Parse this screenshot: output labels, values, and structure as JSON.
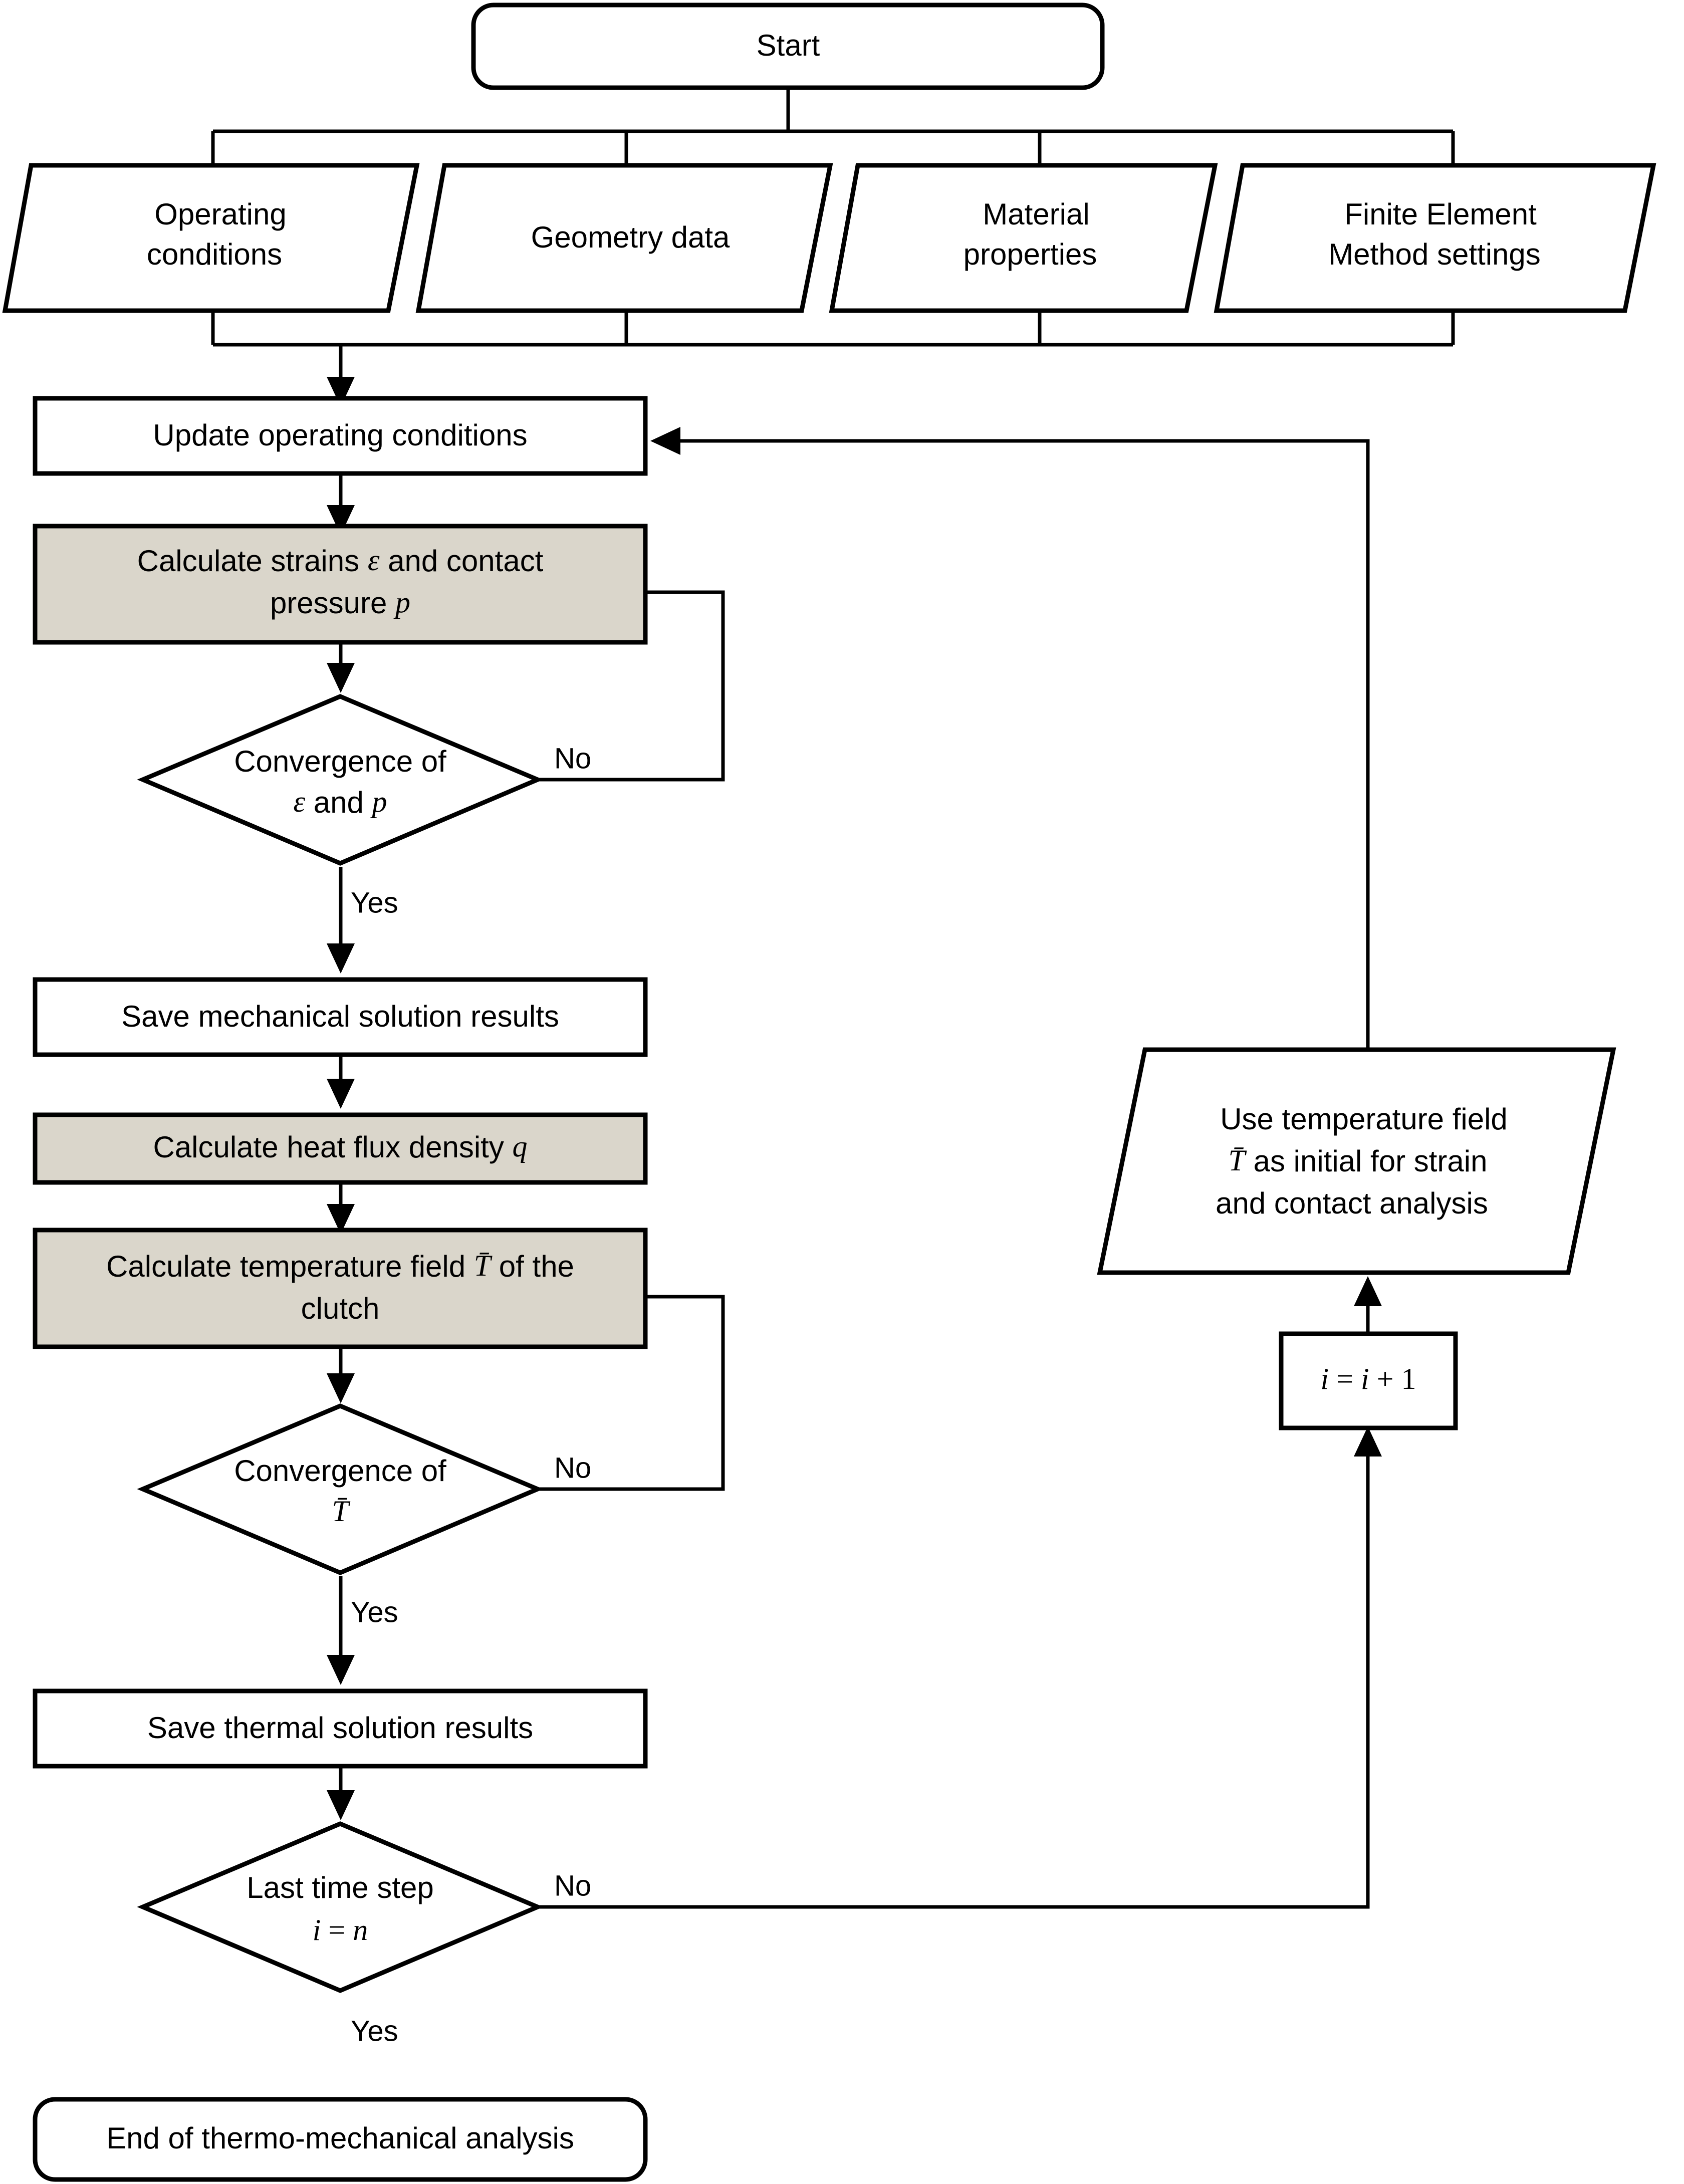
{
  "diagram": {
    "title": "Thermo-mechanical analysis flowchart",
    "colors": {
      "shaded_fill": "#DAD6CB",
      "plain_fill": "#FFFFFF",
      "stroke": "#000000",
      "background": "#FFFFFF"
    }
  },
  "nodes": {
    "start": {
      "label": "Start",
      "shape": "terminator"
    },
    "input_operating": {
      "label_line1": "Operating",
      "label_line2": "conditions",
      "shape": "parallelogram"
    },
    "input_geometry": {
      "label_line1": "Geometry data",
      "label_line2": "",
      "shape": "parallelogram"
    },
    "input_material": {
      "label_line1": "Material",
      "label_line2": "properties",
      "shape": "parallelogram"
    },
    "input_fem": {
      "label_line1": "Finite Element",
      "label_line2": "Method settings",
      "shape": "parallelogram"
    },
    "update_operating": {
      "label": "Update operating conditions",
      "shape": "process",
      "shaded": false
    },
    "calc_strains": {
      "label_line1_pre": "Calculate strains ",
      "label_line1_sym": "ε",
      "label_line1_post": " and contact",
      "label_line2_pre": "pressure ",
      "label_line2_sym": "p",
      "shape": "process",
      "shaded": true
    },
    "conv_strain": {
      "label_line1": "Convergence of",
      "label_line2_sym1": "ε",
      "label_line2_mid": " and ",
      "label_line2_sym2": "p",
      "shape": "decision"
    },
    "save_mech": {
      "label": "Save mechanical solution results",
      "shape": "process",
      "shaded": false
    },
    "calc_heat_flux": {
      "label_pre": "Calculate heat flux density ",
      "label_sym": "q",
      "shape": "process",
      "shaded": true
    },
    "calc_temp": {
      "label_line1_pre": "Calculate temperature field ",
      "label_line1_sym": "T̄",
      "label_line1_post": " of the",
      "label_line2": "clutch",
      "shape": "process",
      "shaded": true
    },
    "conv_temp": {
      "label_line1": "Convergence of",
      "label_line2_sym": "T̄",
      "shape": "decision"
    },
    "save_thermal": {
      "label": "Save thermal solution results",
      "shape": "process",
      "shaded": false
    },
    "last_time_step": {
      "label_line1": "Last time step",
      "label_line2_lhs": "i",
      "label_line2_eq": " = ",
      "label_line2_rhs": "n",
      "shape": "decision"
    },
    "end": {
      "label": "End of thermo-mechanical analysis",
      "shape": "terminator"
    },
    "use_temp_field": {
      "label_line1": "Use temperature field",
      "label_line2_sym": "T̄",
      "label_line2_rest": " as initial for strain",
      "label_line3": "and contact analysis",
      "shape": "parallelogram"
    },
    "increment": {
      "label_lhs": "i",
      "label_eq": " = ",
      "label_rhs_sym": "i",
      "label_rhs_rest": " + 1",
      "shape": "process",
      "shaded": false
    }
  },
  "edge_labels": {
    "conv_strain_no": "No",
    "conv_strain_yes": "Yes",
    "conv_temp_no": "No",
    "conv_temp_yes": "Yes",
    "last_step_no": "No",
    "last_step_yes": "Yes"
  }
}
